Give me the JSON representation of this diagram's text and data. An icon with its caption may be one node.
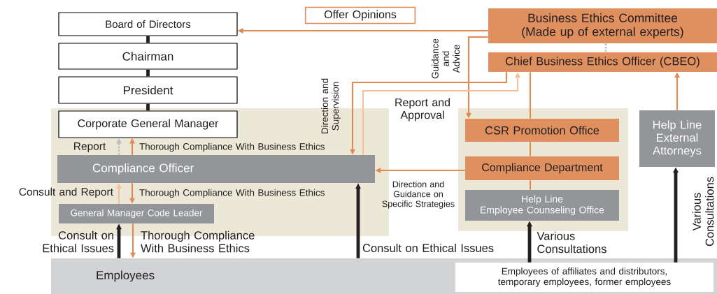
{
  "diagram": {
    "nodes": [
      {
        "text": [
          "Board of Directors"
        ]
      },
      {
        "text": [
          "Business Ethics Committee (Made up of external experts)"
        ]
      },
      {
        "text": [
          "Chief Business Ethics Officer (CBEO)"
        ]
      },
      {
        "text": [
          "Chairman"
        ]
      },
      {
        "text": [
          "President"
        ]
      },
      {
        "text": [
          "Corporate General Manager"
        ]
      },
      {
        "text": [
          "CSR Promotion Office"
        ]
      },
      {
        "text": [
          "Help Line External Attorneys"
        ]
      },
      {
        "text": [
          "Compliance Officer"
        ]
      },
      {
        "text": [
          "Compliance Department"
        ]
      },
      {
        "text": [
          "General Manager Code Leader"
        ]
      },
      {
        "text": [
          "Help Line",
          "Employee Counseling Office"
        ]
      },
      {
        "text": [
          "Employees"
        ]
      },
      {
        "text": [
          "Employees of affiliates and distributors, temporary employees, former employees"
        ],
        "in": 12
      }
    ],
    "edges": [
      {
        "from": 1,
        "to": 0,
        "arrow": "to",
        "label": "Offer Opinions"
      },
      {
        "from": 0,
        "to": 3,
        "arrow": "none",
        "style": "thick",
        "color": "#231f20"
      },
      {
        "from": 3,
        "to": 4,
        "arrow": "none",
        "style": "thick",
        "color": "#231f20"
      },
      {
        "from": 4,
        "to": 5,
        "arrow": "none",
        "style": "thick",
        "color": "#231f20"
      },
      {
        "from": 1,
        "to": 2,
        "arrow": "none",
        "style": "dashed",
        "color": "#bcbec0"
      },
      {
        "from": 1,
        "to": 6,
        "arrow": "to",
        "label": "Guidance and Advice"
      },
      {
        "from": 2,
        "to": 8,
        "arrow": "to",
        "label": "Direction and Supervision"
      },
      {
        "from": 8,
        "to": 2,
        "arrow": "to",
        "label": "Report and Approval",
        "color": "#f9bf98"
      },
      {
        "from": 2,
        "to": 6,
        "arrow": "none"
      },
      {
        "from": 6,
        "to": 9,
        "arrow": "none"
      },
      {
        "from": 9,
        "to": 11,
        "arrow": "none"
      },
      {
        "from": 9,
        "to": 8,
        "arrow": "to",
        "label": "Direction and Guidance on Specific Strategies"
      },
      {
        "from": 7,
        "to": 2,
        "arrow": "to"
      },
      {
        "from": 8,
        "to": 5,
        "arrow": "to",
        "label": "Report",
        "style": "dashed",
        "color": "#bcbec0"
      },
      {
        "from": 8,
        "to": 5,
        "arrow": "to",
        "label": "Thorough Compliance With Business Ethics"
      },
      {
        "from": 10,
        "to": 8,
        "arrow": "to",
        "label": "Consult and Report",
        "color": "#f9bf98"
      },
      {
        "from": 8,
        "to": 10,
        "arrow": "to",
        "label": "Thorough Compliance With Business Ethics"
      },
      {
        "from": 12,
        "to": 10,
        "arrow": "to",
        "label": "Consult on Ethical Issues",
        "style": "thick",
        "color": "#231f20"
      },
      {
        "from": 10,
        "to": 12,
        "arrow": "to",
        "label": "Thorough Compliance With Business Ethics"
      },
      {
        "from": 12,
        "to": 8,
        "arrow": "to",
        "label": "Consult on Ethical Issues",
        "style": "thick",
        "color": "#231f20"
      },
      {
        "from": 13,
        "to": 11,
        "arrow": "to",
        "label": "Various Consultations",
        "style": "thick",
        "color": "#231f20"
      },
      {
        "from": 13,
        "to": 7,
        "arrow": "to",
        "label": "Various Consultations",
        "style": "thick",
        "color": "#231f20"
      }
    ]
  }
}
